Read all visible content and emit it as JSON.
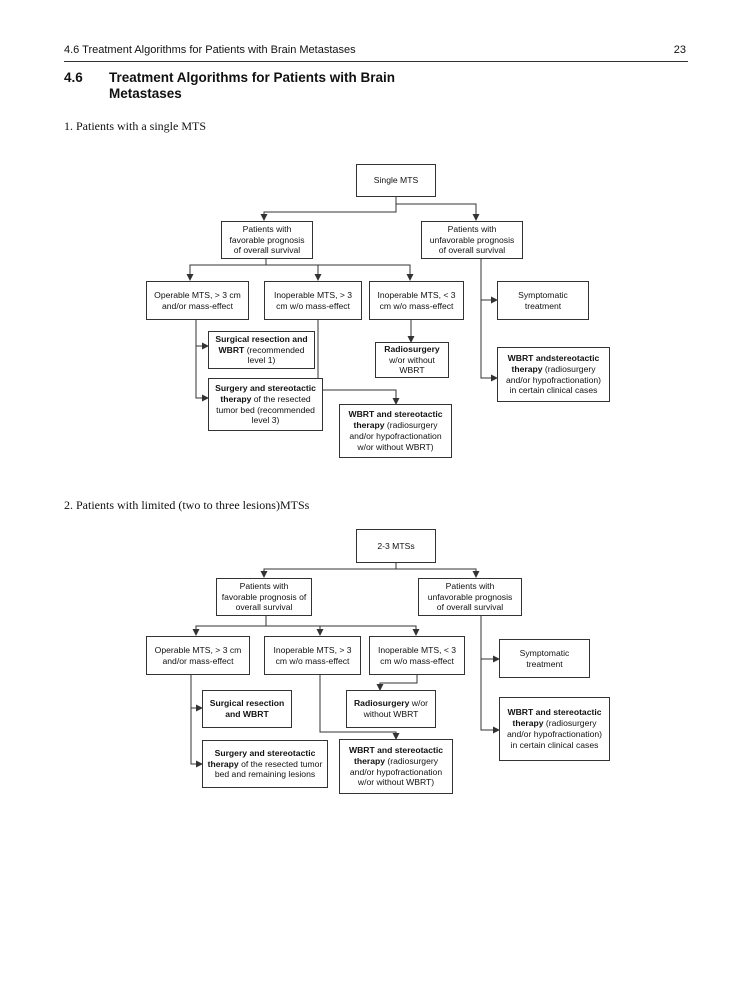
{
  "header": {
    "running_head": "4.6   Treatment Algorithms for Patients with Brain Metastases",
    "page_number": "23"
  },
  "section": {
    "number": "4.6",
    "title": "Treatment Algorithms for Patients with Brain Metastases"
  },
  "diagram1": {
    "label": "1.  Patients with a single MTS",
    "root": "Single MTS",
    "favorable": "Patients with favorable prognosis of overall survival",
    "unfavorable": "Patients with unfavorable prognosis of overall survival",
    "operable": "Operable MTS, > 3 cm and/or mass-effect",
    "inoperable_gt3": "Inoperable MTS, > 3 cm w/o mass-effect",
    "inoperable_lt3": "Inoperable MTS, < 3 cm w/o mass-effect",
    "symptomatic": "Symptomatic treatment",
    "surgical_resection": {
      "bold": "Surgical resection and WBRT",
      "rest": "(recommended level 1)"
    },
    "surgery_stereo": {
      "bold": "Surgery and stereotactic therapy",
      "rest": "of the resected tumor bed (recommended level 3)"
    },
    "radiosurgery": {
      "bold": "Radiosurgery",
      "rest": "w/or without WBRT"
    },
    "wbrt_stereo": {
      "bold": "WBRT and stereotactic therapy",
      "rest": "(radiosurgery and/or hypofractionation w/or without WBRT)"
    },
    "wbrt_and_stereo": {
      "bold": "WBRT andstereotactic therapy",
      "rest": "(radiosurgery and/or hypofractionation) in certain clinical cases"
    }
  },
  "diagram2": {
    "label": "2.  Patients with limited (two to three lesions)MTSs",
    "root": "2-3 MTSs",
    "favorable": "Patients with favorable prognosis of overall survival",
    "unfavorable": "Patients with unfavorable prognosis of overall survival",
    "operable": "Operable MTS, > 3 cm and/or mass-effect",
    "inoperable_gt3": "Inoperable MTS, > 3 cm w/o mass-effect",
    "inoperable_lt3": "Inoperable MTS, < 3 cm w/o mass-effect",
    "symptomatic": "Symptomatic treatment",
    "surgical_resection": {
      "bold": "Surgical resection and WBRT",
      "rest": ""
    },
    "surgery_stereo": {
      "bold": "Surgery and stereotactic therapy",
      "rest": "of the resected tumor bed and remaining lesions"
    },
    "radiosurgery": {
      "bold": "Radiosurgery",
      "rest": "w/or without WBRT"
    },
    "wbrt_stereo": {
      "bold": "WBRT and stereotactic therapy",
      "rest": "(radiosurgery and/or hypofractionation w/or without WBRT)"
    },
    "wbrt_and_stereo": {
      "bold": "WBRT and stereotactic therapy",
      "rest": "(radiosurgery and/or hypofractionation) in certain clinical cases"
    }
  }
}
